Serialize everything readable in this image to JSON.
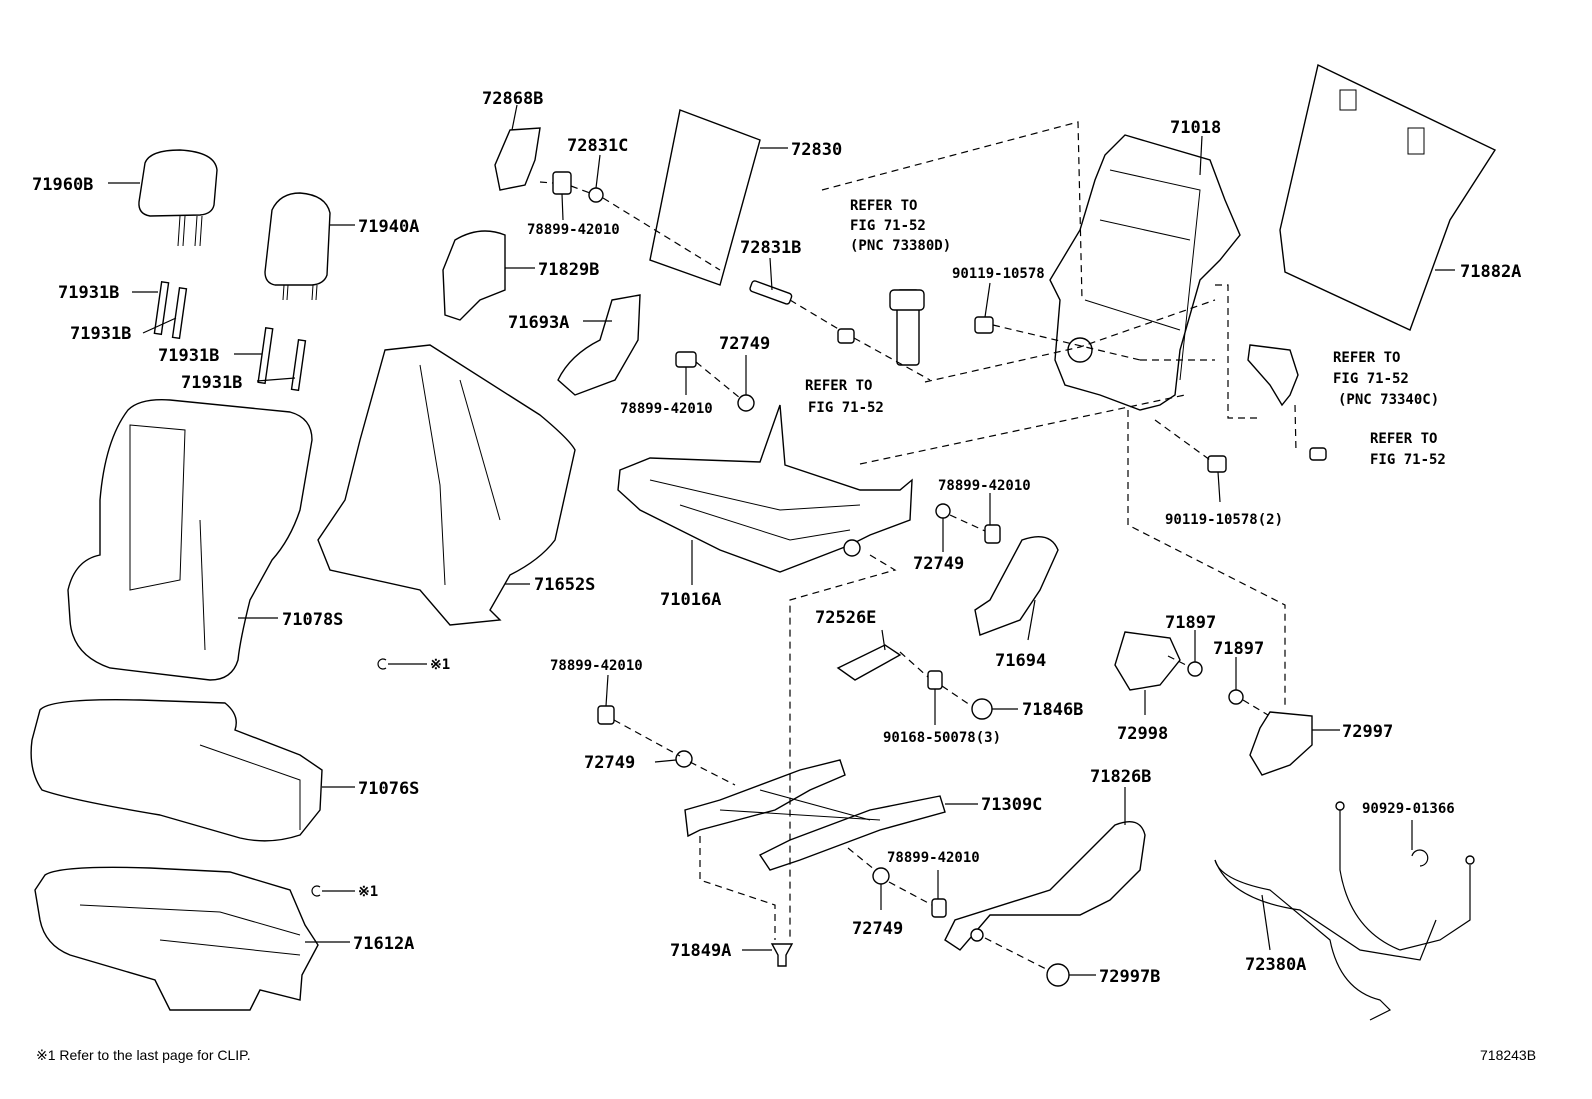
{
  "diagram": {
    "callouts": {
      "c71960B": "71960B",
      "c71940A": "71940A",
      "c71931B_1": "71931B",
      "c71931B_2": "71931B",
      "c71931B_3": "71931B",
      "c71931B_4": "71931B",
      "c71078S": "71078S",
      "c71652S": "71652S",
      "c71076S": "71076S",
      "c71612A": "71612A",
      "c72868B": "72868B",
      "c72831C": "72831C",
      "c78899_1": "78899-42010",
      "c71829B": "71829B",
      "c71693A": "71693A",
      "c72830": "72830",
      "c72831B": "72831B",
      "c72749_1": "72749",
      "c78899_2": "78899-42010",
      "c71016A": "71016A",
      "c78899_3": "78899-42010",
      "c72749_2": "72749",
      "c72526E": "72526E",
      "c71694": "71694",
      "c90168": "90168-50078(3)",
      "c71846B": "71846B",
      "c78899_4": "78899-42010",
      "c72749_3": "72749",
      "c71309C": "71309C",
      "c78899_5": "78899-42010",
      "c72749_4": "72749",
      "c71849A": "71849A",
      "c71826B": "71826B",
      "c72997B": "72997B",
      "c71018": "71018",
      "c90119_1": "90119-10578",
      "c90119_2": "90119-10578(2)",
      "c71882A": "71882A",
      "c71897_1": "71897",
      "c71897_2": "71897",
      "c72998": "72998",
      "c72997": "72997",
      "c90929": "90929-01366",
      "c72380A": "72380A",
      "clip1": "※1",
      "clip2": "※1"
    },
    "refs": {
      "r1": [
        "REFER TO",
        "FIG 71-52",
        "(PNC 73380D)"
      ],
      "r2": [
        "REFER TO",
        "FIG 71-52"
      ],
      "r3": [
        "REFER TO",
        "FIG 71-52",
        "(PNC 73340C)"
      ],
      "r4": [
        "REFER TO",
        "FIG 71-52"
      ]
    },
    "footnote": "※1  Refer to the last page for CLIP.",
    "figure_id": "718243B"
  }
}
